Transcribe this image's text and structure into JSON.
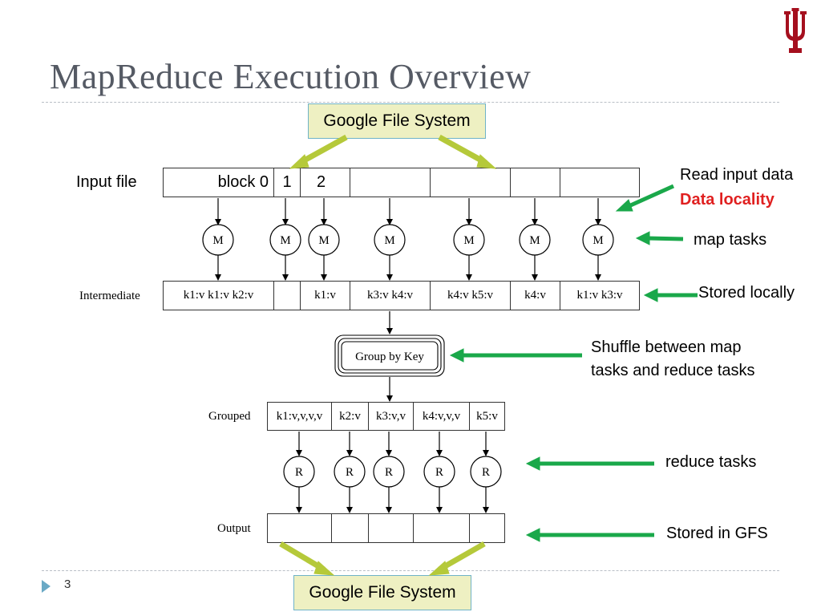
{
  "slide": {
    "title": "MapReduce Execution Overview",
    "page_number": "3"
  },
  "gfs": {
    "top_label": "Google File System",
    "bottom_label": "Google File System"
  },
  "rows": {
    "input_label": "Input file",
    "input_cells": [
      "block 0",
      "1",
      "2",
      "",
      "",
      "",
      ""
    ],
    "intermediate_label": "Intermediate",
    "intermediate_cells": [
      "k1:v k1:v k2:v",
      "",
      "k1:v",
      "k3:v k4:v",
      "k4:v k5:v",
      "k4:v",
      "k1:v k3:v"
    ],
    "grouped_label": "Grouped",
    "grouped_cells": [
      "k1:v,v,v,v",
      "k2:v",
      "k3:v,v",
      "k4:v,v,v",
      "k5:v"
    ],
    "output_label": "Output",
    "output_cells": [
      "",
      "",
      "",
      "",
      ""
    ]
  },
  "nodes": {
    "map_label": "M",
    "reduce_label": "R",
    "group_by_key": "Group by Key"
  },
  "annotations": {
    "read_input": "Read input data",
    "data_locality": "Data locality",
    "map_tasks": "map tasks",
    "stored_locally": "Stored locally",
    "shuffle_line1": "Shuffle between map",
    "shuffle_line2": "tasks and reduce tasks",
    "reduce_tasks": "reduce tasks",
    "stored_in_gfs": "Stored in GFS"
  },
  "colors": {
    "title": "#555a64",
    "gfs_fill": "#eef0c2",
    "gfs_border": "#6fb3c7",
    "gfs_arrow": "#b5c93a",
    "note_arrow": "#1aa84a",
    "emphasis": "#e02020",
    "logo": "#a50f1e",
    "nav_triangle": "#6aa9c5"
  },
  "icons": {
    "logo": "iu-trident-logo",
    "nav": "play-triangle-icon"
  }
}
